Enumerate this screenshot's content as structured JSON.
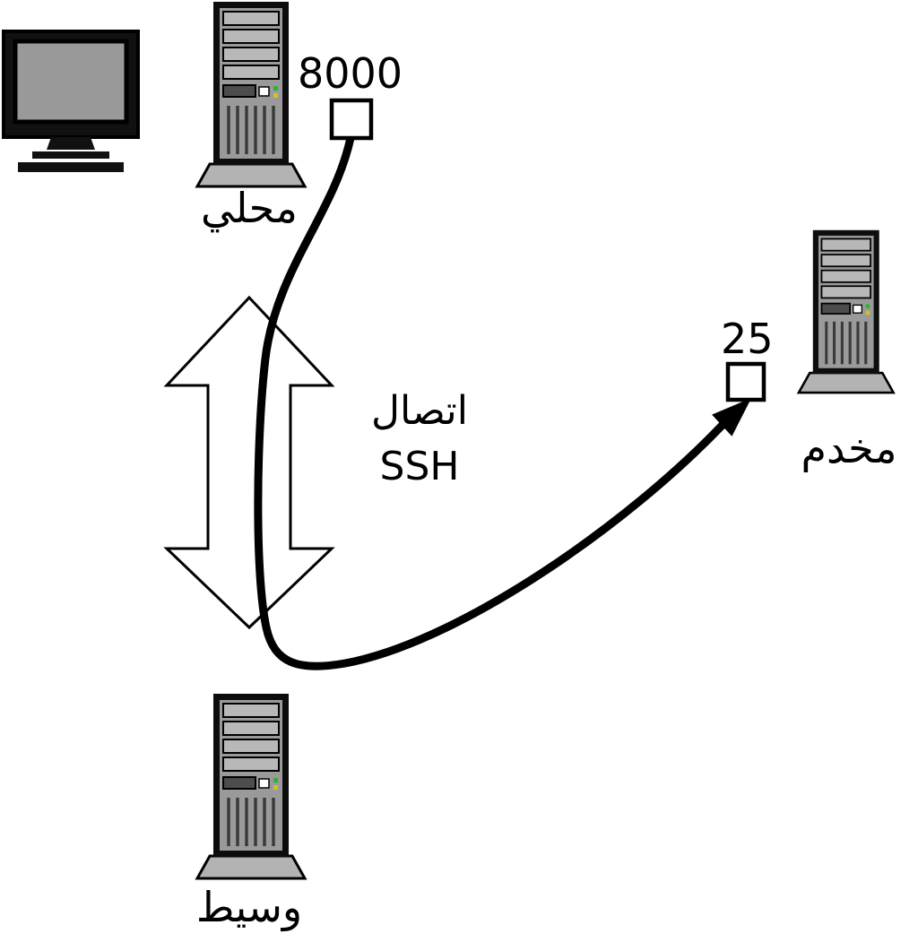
{
  "nodes": {
    "local": {
      "label": "محلي",
      "port": "8000"
    },
    "server": {
      "label": "مخدم",
      "port": "25"
    },
    "proxy": {
      "label": "وسيط"
    }
  },
  "connection": {
    "line1": "اتصال",
    "line2": "SSH"
  },
  "icons": {
    "monitor": "monitor-icon",
    "local_tower": "computer-tower-icon",
    "server_tower": "computer-tower-icon",
    "proxy_tower": "computer-tower-icon",
    "double_arrow": "bidirectional-arrow-icon",
    "tunnel_arrowhead": "arrowhead-icon"
  },
  "colors": {
    "line": "#000000",
    "arrow_fill": "#ffffff",
    "base_gray": "#b3b3b3",
    "panel_gray": "#999999",
    "bay_gray": "#b8b8b8",
    "led_green": "#2db52d",
    "led_yellow": "#d4c11f",
    "port_box_fill": "#ffffff"
  }
}
